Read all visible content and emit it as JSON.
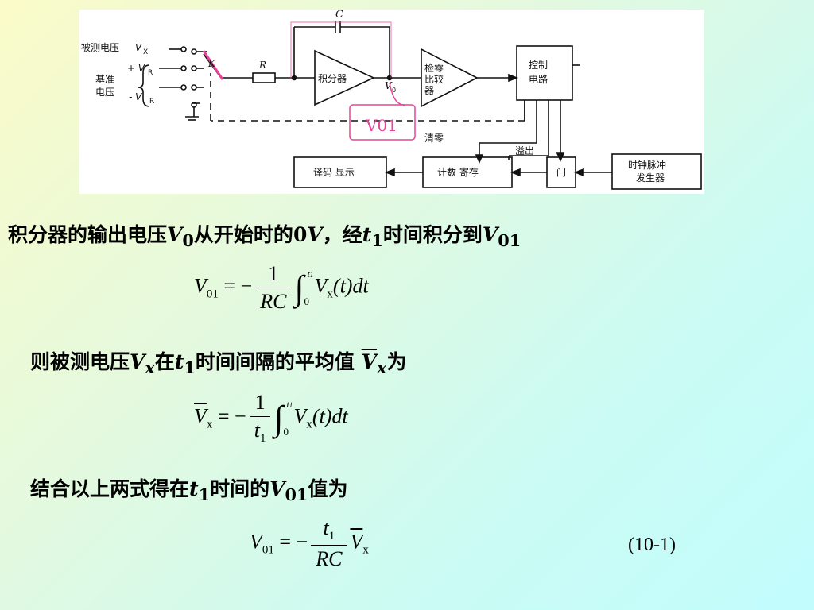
{
  "diagram": {
    "labels": {
      "c": "C",
      "vx_label": "被测电压",
      "vx_sym": "V",
      "vx_sub": "X",
      "ref_1": "基准",
      "ref_2": "电压",
      "vr_pos": "+ V",
      "vr_pos_sub": "R",
      "vr_neg": "- V",
      "vr_neg_sub": "R",
      "k": "K",
      "r": "R",
      "integrator": "积分器",
      "v0": "V",
      "v0_sub": "0",
      "comparator_1": "检零",
      "comparator_2": "比较",
      "comparator_3": "器",
      "control_1": "控制",
      "control_2": "电路",
      "clear": "清零",
      "overflow": "溢出",
      "decoder": "译码  显示",
      "counter": "计数  寄存",
      "gate": "门",
      "clock_1": "时钟脉冲",
      "clock_2": "发生器",
      "v01_annot": "V01"
    },
    "colors": {
      "annotation": "#e8429a",
      "frame": "#ffffff",
      "ink": "#111111"
    }
  },
  "text": {
    "line1_a": "积分器的输出电压",
    "line1_v": "V",
    "line1_s": "0",
    "line1_b": "从开始时的",
    "line1_c": "0",
    "line1_v2": "V",
    "line1_d": "，经",
    "line1_t": "t",
    "line1_ts": "1",
    "line1_e": "时间积分到",
    "line1_v3": "V",
    "line1_s3": "01",
    "line2_a": "则被测电压",
    "line2_v": "V",
    "line2_s": "x",
    "line2_b": "在",
    "line2_t": "t",
    "line2_ts": "1",
    "line2_c": "时间间隔的平均值 ",
    "line2_v2": "V",
    "line2_s2": "x",
    "line2_d": "为",
    "line3_a": "结合以上两式得在",
    "line3_t": "t",
    "line3_ts": "1",
    "line3_b": "时间的",
    "line3_v": "V",
    "line3_s": "01",
    "line3_c": "值为"
  },
  "equations": {
    "eq1": {
      "lhs_v": "V",
      "lhs_sub": "01",
      "rel": " = −",
      "num": "1",
      "den": "RC",
      "int_up": "t",
      "int_up_sub": "1",
      "int_lo": "0",
      "integrand_v": "V",
      "integrand_sub": "x",
      "integrand_rest": "(t)dt"
    },
    "eq2": {
      "lhs_v": "V",
      "lhs_sub": "x",
      "rel": " = −",
      "num": "1",
      "den_t": "t",
      "den_sub": "1",
      "int_up": "t",
      "int_up_sub": "1",
      "int_lo": "0",
      "integrand_v": "V",
      "integrand_sub": "x",
      "integrand_rest": "(t)dt"
    },
    "eq3": {
      "lhs_v": "V",
      "lhs_sub": "01",
      "rel": " = −",
      "num_t": "t",
      "num_sub": "1",
      "den": "RC",
      "rhs_v": "V",
      "rhs_sub": "x",
      "eq_number": "(10-1)"
    }
  }
}
